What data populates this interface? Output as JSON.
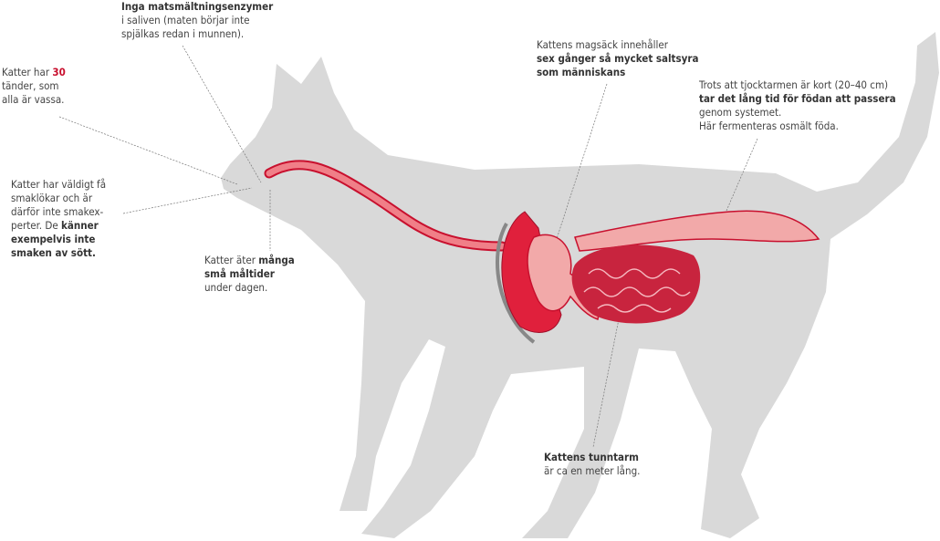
{
  "labels": {
    "enzymes": {
      "bold": "Inga matsmältningsenzymer",
      "line2": "i saliven (maten börjar inte",
      "line3": "spjälkas redan i munnen)."
    },
    "teeth": {
      "pre": "Katter har ",
      "num": "30",
      "line2": "tänder, som",
      "line3": "alla är vassa."
    },
    "taste": {
      "l1": "Katter har väldigt få",
      "l2": "smaklökar och är",
      "l3": "därför inte smakex-",
      "l4pre": "perter. De ",
      "l4bold": "känner",
      "l5": "exempelvis inte",
      "l6": "smaken av sött."
    },
    "meals": {
      "pre": "Katter äter ",
      "bold1": "många",
      "bold2": "små måltider",
      "l3": "under dagen."
    },
    "stomach": {
      "l1": "Kattens magsäck innehåller",
      "l2": "sex gånger så mycket saltsyra",
      "l3": "som människans"
    },
    "colon": {
      "l1": "Trots att tjocktarmen är kort (20–40 cm)",
      "l2": "tar det lång tid för födan att passera",
      "l3": "genom systemet.",
      "l4": "Här fermenteras osmält föda."
    },
    "small_intestine": {
      "bold": "Kattens tunntarm",
      "l2": "är ca en meter lång."
    }
  },
  "colors": {
    "body": "#d9d9d9",
    "accent": "#c8102e",
    "organ_light": "#f2a9a9",
    "organ_dark": "#e0203c"
  }
}
